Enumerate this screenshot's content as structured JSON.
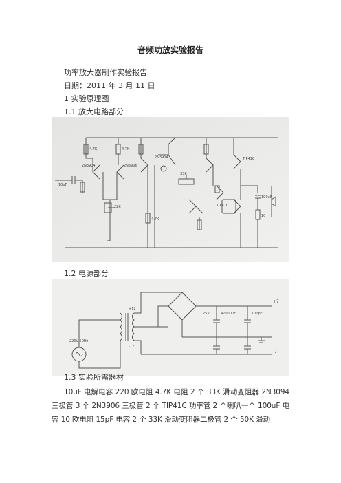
{
  "doc": {
    "title": "音频功放实验报告",
    "heading": "功率放大器制作实验报告",
    "date": "日期：2011 年 3 月 11 日",
    "section1": "1 实验原理图",
    "section1_1": "1.1 放大电路部分",
    "section1_2": "1.2 电源部分",
    "section1_3": "1.3 实验所需器材",
    "materials": "10uF 电解电容 220 欧电阻 4.7K 电阻 2 个 33K 滑动变阻器 2N3094 三极管 3 个 2N3906 三极管 2 个 TIP41C 功率管 2 个喇叭一个 100uF 电容 10 欧电阻 15pF 电容 2 个 33K 滑动变阻器二极管 2 个 50K 滑动"
  },
  "amp_labels": {
    "r1": "4.7K",
    "r2": "4.7K",
    "q1": "2N3904",
    "q2": "2N3906",
    "q3": "2N3904",
    "pot": "33K",
    "c1": "10uF",
    "r3": "22K",
    "r4": "4.7K",
    "q5": "TIP41C",
    "q6": "TIP41C",
    "c2": "100uF",
    "r5": "10"
  },
  "psu_labels": {
    "vpos": "+7",
    "vneg": "-7",
    "ac": "220V 50Hz",
    "tap1": "+12",
    "tap2": "-12",
    "cap1": "47000uF",
    "cap2": "100pF",
    "v1": "25V"
  }
}
